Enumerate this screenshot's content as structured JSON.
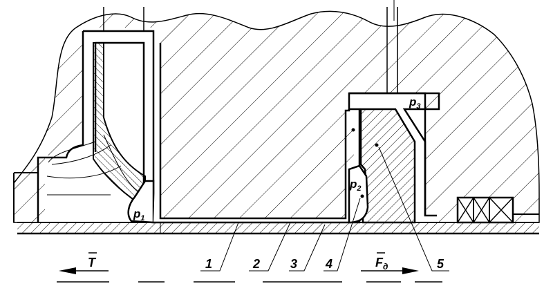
{
  "labels": {
    "p1": "p",
    "p1_sub": "1",
    "p2": "p",
    "p2_sub": "2",
    "p3": "p",
    "p3_sub": "3",
    "force_T": "T",
    "force_Fd": "F",
    "force_Fd_sub": "д",
    "leader_1": "1",
    "leader_2": "2",
    "leader_3": "3",
    "leader_4": "4",
    "leader_5": "5"
  }
}
